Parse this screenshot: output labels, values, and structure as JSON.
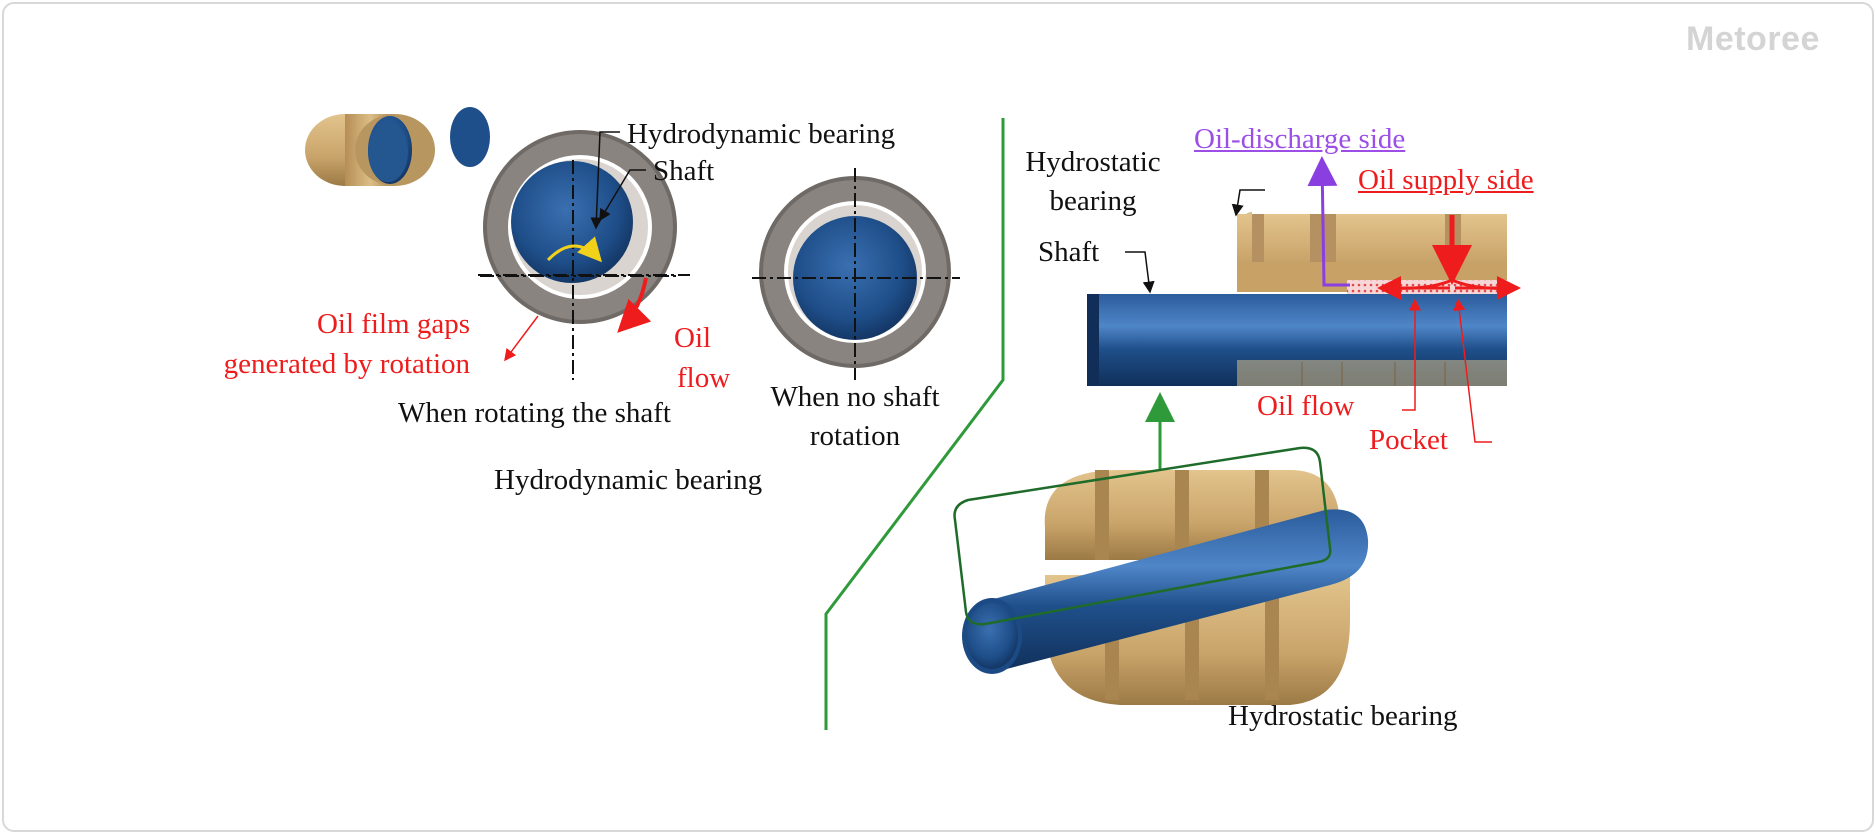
{
  "watermark": "Metoree",
  "hydrodynamic": {
    "label_bearing": "Hydrodynamic bearing",
    "label_shaft": "Shaft",
    "label_gaps_1": "Oil film gaps",
    "label_gaps_2": "generated by rotation",
    "label_oil_1": "Oil",
    "label_oil_2": "flow",
    "caption_rotating": "When rotating the shaft",
    "caption_no_rotation_1": "When no shaft",
    "caption_no_rotation_2": "rotation",
    "section_title": "Hydrodynamic bearing"
  },
  "hydrostatic": {
    "label_bearing_1": "Hydrostatic",
    "label_bearing_2": "bearing",
    "label_shaft": "Shaft",
    "label_discharge": "Oil-discharge side",
    "label_supply": "Oil supply side",
    "label_oil_flow": "Oil flow",
    "label_pocket": "Pocket",
    "section_title": "Hydrostatic bearing"
  },
  "colors": {
    "annotation_red": "#ee1c1c",
    "discharge_purple": "#9b4fe6",
    "divider_green": "#2f9a3a",
    "shaft_blue": "#1f4f8a",
    "bearing_gold": "#c9a46a"
  }
}
